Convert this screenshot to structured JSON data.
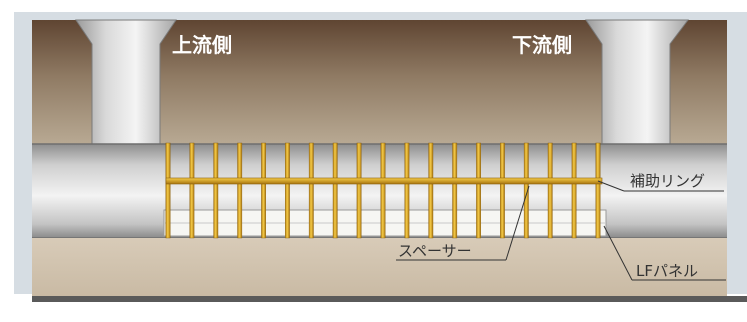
{
  "labels": {
    "upstream": "上流側",
    "downstream": "下流側",
    "reinforcement_ring": "補助リング",
    "spacer": "スペーサー",
    "lf_panel": "LFパネル"
  },
  "colors": {
    "frame": "#d6dde3",
    "soil_top": "#5f4532",
    "soil_mid": "#8f7a63",
    "soil_light": "#b8a993",
    "ground_bottom": "#cfc1ac",
    "rebar_gold": "#e7b327",
    "rebar_dark": "#9c6c10",
    "panel_white": "#f6f6f3",
    "pipe_light": "#f2f2f2",
    "pipe_dark": "#8c8c8c",
    "shadow": "#5a5a5a",
    "label_white": "#ffffff",
    "label_dark": "#333333"
  }
}
